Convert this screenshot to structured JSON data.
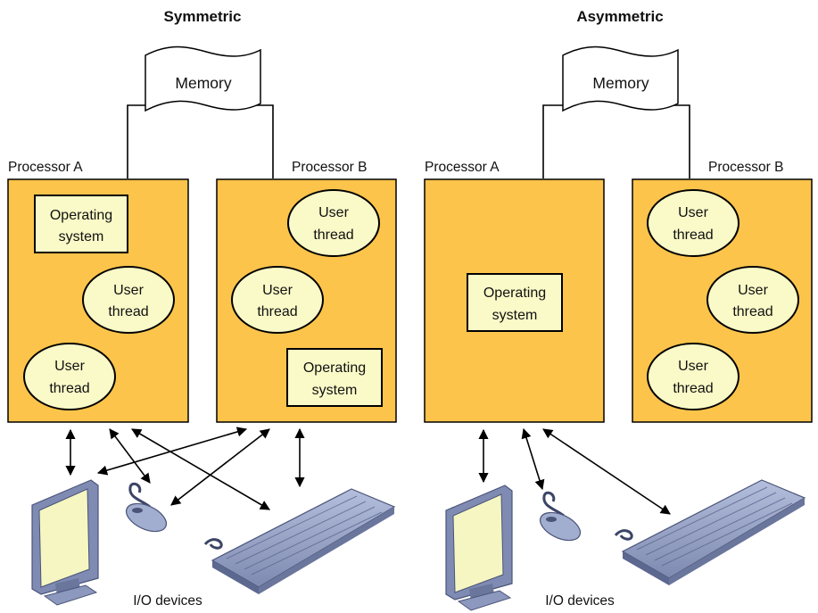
{
  "colors": {
    "processor_fill": "#fcc44b",
    "item_fill": "#fafac8",
    "device_body": "#9aa6c8",
    "device_dark": "#5c6890",
    "screen": "#f6f6c2"
  },
  "symmetric": {
    "title": "Symmetric",
    "memory": "Memory",
    "processor_a": "Processor A",
    "processor_b": "Processor B",
    "a_os": [
      "Operating",
      "system"
    ],
    "a_thread1": [
      "User",
      "thread"
    ],
    "a_thread2": [
      "User",
      "thread"
    ],
    "b_thread1": [
      "User",
      "thread"
    ],
    "b_thread2": [
      "User",
      "thread"
    ],
    "b_os": [
      "Operating",
      "system"
    ],
    "io_label": "I/O devices",
    "devices": [
      "monitor-icon",
      "mouse-icon",
      "keyboard-icon"
    ]
  },
  "asymmetric": {
    "title": "Asymmetric",
    "memory": "Memory",
    "processor_a": "Processor A",
    "processor_b": "Processor B",
    "a_os": [
      "Operating",
      "system"
    ],
    "b_thread1": [
      "User",
      "thread"
    ],
    "b_thread2": [
      "User",
      "thread"
    ],
    "b_thread3": [
      "User",
      "thread"
    ],
    "io_label": "I/O devices",
    "devices": [
      "monitor-icon",
      "mouse-icon",
      "keyboard-icon"
    ]
  }
}
